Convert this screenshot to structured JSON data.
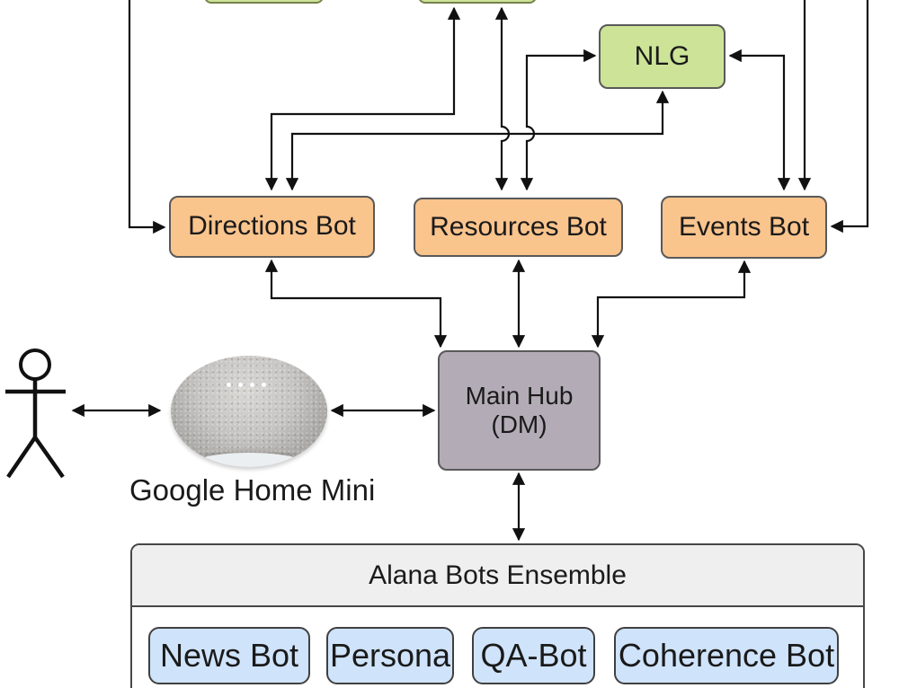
{
  "nodes": {
    "nlg": {
      "label": "NLG",
      "fill": "#cde498"
    },
    "directions_bot": {
      "label": "Directions Bot",
      "fill": "#fac48d"
    },
    "resources_bot": {
      "label": "Resources Bot",
      "fill": "#fac48d"
    },
    "events_bot": {
      "label": "Events Bot",
      "fill": "#fac48d"
    },
    "main_hub": {
      "line1": "Main Hub",
      "line2": "(DM)",
      "fill": "#b3acb7"
    },
    "top_box_left": {
      "label": "",
      "fill": "#cde498",
      "cut_off_at_top": true
    },
    "top_box_right": {
      "label": "",
      "fill": "#cde498",
      "cut_off_at_top": true
    }
  },
  "ensemble": {
    "title": "Alana Bots Ensemble",
    "header_fill": "#efefef",
    "bot_fill": "#cfe3fa",
    "bots": [
      {
        "label": "News Bot"
      },
      {
        "label": "Persona"
      },
      {
        "label": "QA-Bot"
      },
      {
        "label": "Coherence Bot"
      }
    ]
  },
  "captions": {
    "device": "Google Home Mini"
  },
  "edges": [
    {
      "from": "user",
      "to": "google-home-mini",
      "type": "bidirectional"
    },
    {
      "from": "google-home-mini",
      "to": "main-hub",
      "type": "bidirectional"
    },
    {
      "from": "main-hub",
      "to": "directions-bot",
      "type": "bidirectional"
    },
    {
      "from": "main-hub",
      "to": "resources-bot",
      "type": "bidirectional"
    },
    {
      "from": "main-hub",
      "to": "events-bot",
      "type": "bidirectional"
    },
    {
      "from": "main-hub",
      "to": "alana-bots-ensemble",
      "type": "bidirectional"
    },
    {
      "from": "directions-bot",
      "to": "nlg",
      "type": "bidirectional"
    },
    {
      "from": "resources-bot",
      "to": "nlg",
      "type": "bidirectional"
    },
    {
      "from": "events-bot",
      "to": "nlg",
      "type": "bidirectional"
    },
    {
      "from": "directions-bot",
      "to": "top-box-right",
      "type": "bidirectional"
    },
    {
      "from": "resources-bot",
      "to": "top-box-right",
      "type": "bidirectional"
    },
    {
      "from": "offscreen-top-left",
      "to": "directions-bot",
      "type": "directed"
    },
    {
      "from": "offscreen-top",
      "to": "events-bot",
      "type": "directed"
    },
    {
      "from": "offscreen-top-right",
      "to": "events-bot",
      "type": "directed"
    }
  ],
  "colors": {
    "line": "#111111",
    "node_border": "#595959",
    "green": "#cde498",
    "orange": "#fac48d",
    "hub_gray": "#b3acb7",
    "blue": "#cfe3fa",
    "header_gray": "#efefef"
  }
}
